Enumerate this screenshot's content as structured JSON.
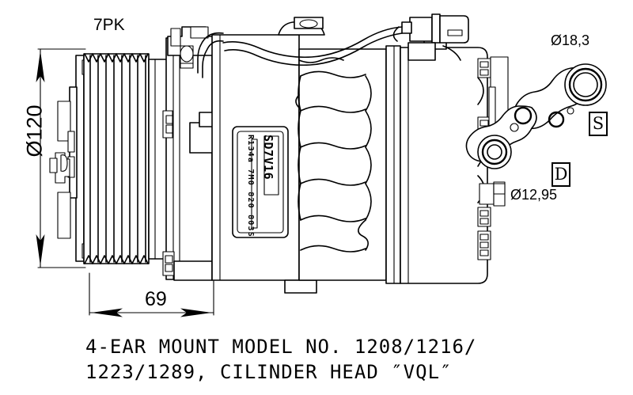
{
  "drawing": {
    "title_block": {
      "line1": "4-EAR MOUNT MODEL NO. 1208/1216/",
      "line2": "1223/1289, CILINDER HEAD ″VQL″"
    },
    "labels": {
      "belt_profile": "7PK",
      "pulley_diameter": "Ø120",
      "pulley_to_body_length": "69",
      "suction_port_diameter": "Ø18,3",
      "discharge_port_diameter": "Ø12,95",
      "suction_port_marker": "S",
      "discharge_port_marker": "D"
    },
    "nameplate": {
      "model": "SD7V16",
      "spec_line": "R134a 7M0 820 803S"
    },
    "colors": {
      "line": "#000000",
      "background": "#ffffff"
    }
  }
}
